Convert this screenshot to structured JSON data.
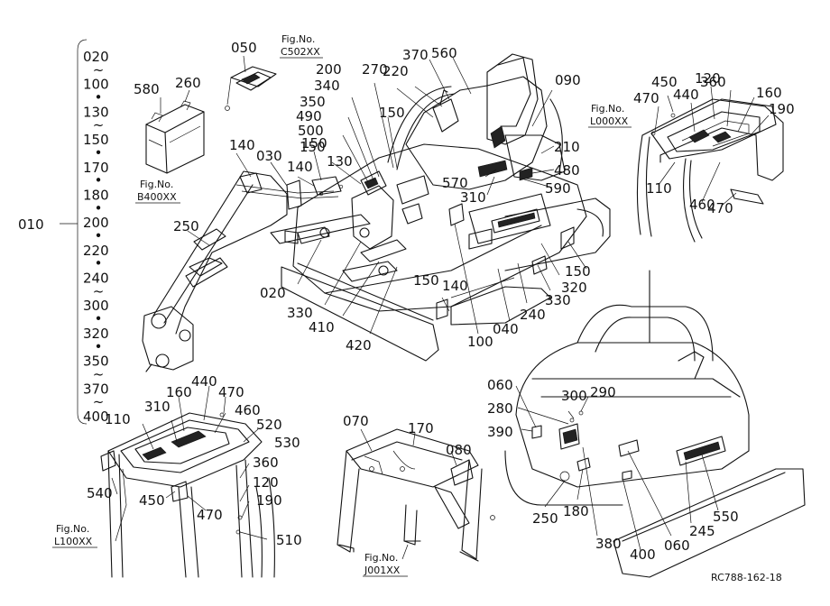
{
  "reference_code": "RC788-162-18",
  "assembly": {
    "main_label": "010",
    "range_codes": [
      "020",
      "~",
      "100",
      "•",
      "130",
      "~",
      "150",
      "•",
      "170",
      "•",
      "180",
      "•",
      "200",
      "•",
      "220",
      "•",
      "240",
      "~",
      "300",
      "•",
      "320",
      "•",
      "350",
      "~",
      "370",
      "~",
      "400"
    ]
  },
  "fig_refs": [
    {
      "fig": "Fig.No.",
      "code": "C502XX"
    },
    {
      "fig": "Fig.No.",
      "code": "B400XX"
    },
    {
      "fig": "Fig.No.",
      "code": "L000XX"
    },
    {
      "fig": "Fig.No.",
      "code": "L100XX"
    },
    {
      "fig": "Fig.No.",
      "code": "J001XX"
    }
  ],
  "callouts": {
    "battery": [
      "580",
      "260",
      "050"
    ],
    "main": [
      "140",
      "030",
      "140",
      "130",
      "150",
      "250",
      "020",
      "330",
      "410",
      "420",
      "150",
      "140",
      "100",
      "040",
      "240",
      "330",
      "150",
      "320",
      "590",
      "480",
      "210",
      "090",
      "560",
      "370",
      "220",
      "270",
      "200",
      "340",
      "350",
      "490",
      "500",
      "150",
      "150",
      "570",
      "310"
    ],
    "canopy_top": [
      "450",
      "470",
      "120",
      "360",
      "160",
      "190",
      "440",
      "110",
      "460",
      "470"
    ],
    "rops": [
      "440",
      "470",
      "160",
      "310",
      "110",
      "460",
      "520",
      "530",
      "360",
      "120",
      "540",
      "450",
      "470",
      "190",
      "510"
    ],
    "frame": [
      "070",
      "170",
      "080"
    ],
    "rear": [
      "060",
      "280",
      "300",
      "290",
      "390",
      "250",
      "180",
      "380",
      "400",
      "060",
      "245",
      "550"
    ]
  }
}
